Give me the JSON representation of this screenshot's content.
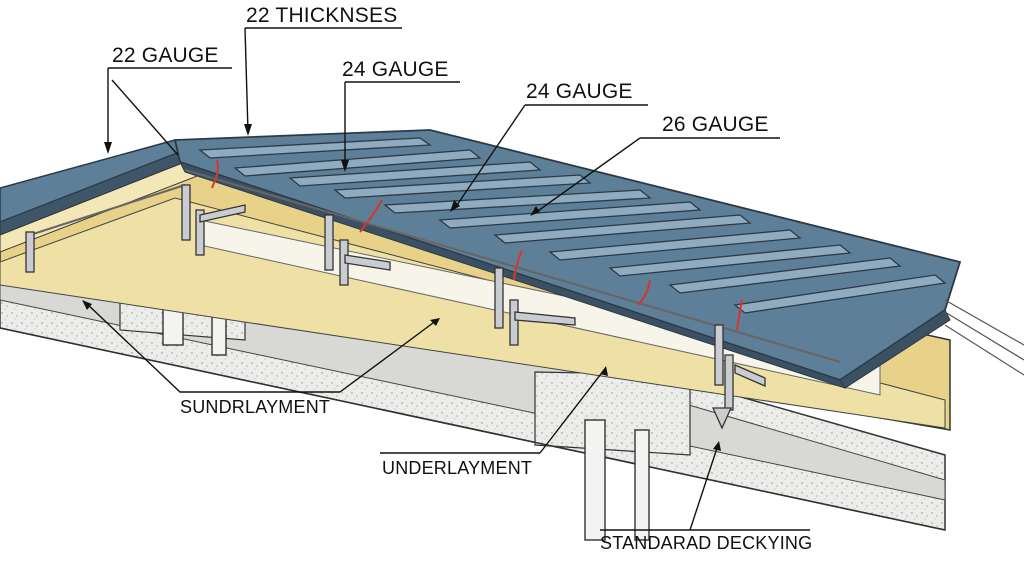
{
  "labels": {
    "thickness_22": "22 THICKNSES",
    "gauge_22": "22 GAUGE",
    "gauge_24_a": "24 GAUGE",
    "gauge_24_b": "24 GAUGE",
    "gauge_26": "26 GAUGE",
    "sundrlayment": "SUNDRLAYMENT",
    "underlayment": "UNDERLAYMENT",
    "standard_decking": "STANDARAD DECKYING"
  },
  "colors": {
    "metal_panel": "#5e7f98",
    "metal_highlight": "#9db7cb",
    "underlayment": "#efe0a6",
    "insulation": "#e8d28a",
    "decking": "#e9e9e6",
    "leader_line": "#111111",
    "arrow_accent": "#d9352b",
    "clip": "#c9ccd0"
  }
}
